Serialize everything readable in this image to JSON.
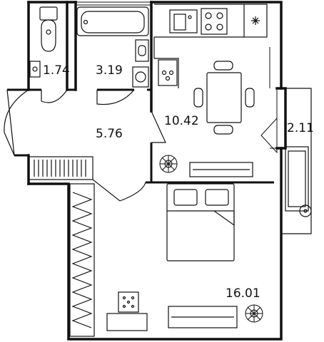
{
  "rooms": {
    "wc_area": "1.74",
    "bathroom_area": "3.19",
    "kitchen_area": "10.42",
    "hallway_area": "5.76",
    "balcony_area": "2.11",
    "bedroom_area": "16.01"
  },
  "colors": {
    "wall": "#111111",
    "line": "#1a1a1a",
    "background": "#ffffff"
  }
}
